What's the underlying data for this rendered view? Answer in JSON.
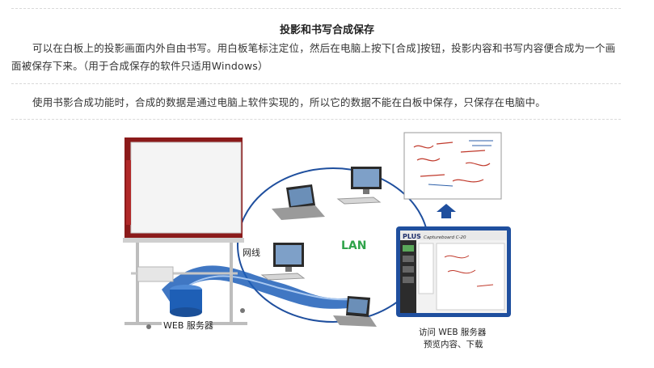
{
  "heading": "投影和书写合成保存",
  "paragraph1": "可以在白板上的投影画面内外自由书写。用白板笔标注定位，然后在电脑上按下[合成]按钮，投影内容和书写内容便合成为一个画面被保存下来。（用于合成保存的软件只适用Windows）",
  "paragraph2": "使用书影合成功能时，合成的数据是通过电脑上软件实现的，所以它的数据不能在白板中保存，只保存在电脑中。",
  "diagram": {
    "label_cable": "网线",
    "label_lan": "LAN",
    "label_server": "WEB 服务器",
    "label_access_line1": "访问 WEB 服务器",
    "label_access_line2": "预览内容、下载",
    "screen_brand": "PLUS",
    "screen_product": "Captureboard C-20"
  },
  "colors": {
    "lan_text": "#2fa34a",
    "ring": "#1f4f9e",
    "server": "#1e5fb6",
    "arrow": "#1f4f9e",
    "board_frame": "#8b1a1a"
  }
}
